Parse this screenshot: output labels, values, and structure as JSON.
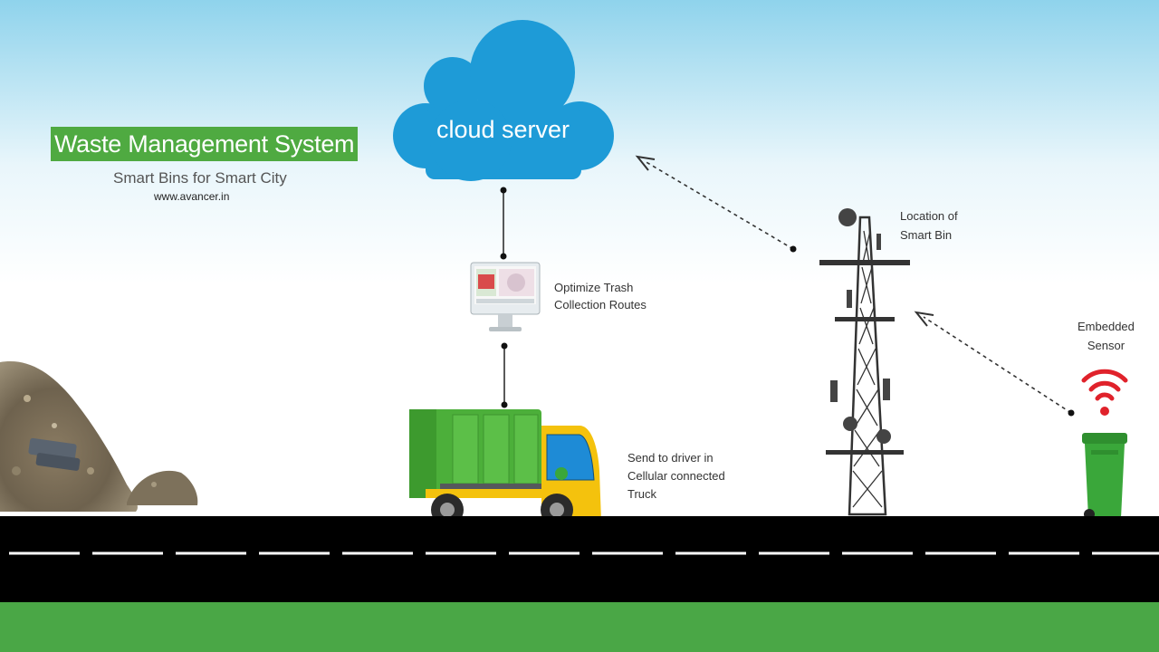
{
  "header": {
    "title": "Waste Management System",
    "subtitle": "Smart Bins for Smart City",
    "website": "www.avancer.in"
  },
  "nodes": {
    "cloud": "cloud server",
    "monitor": "Optimize Trash\nCollection Routes",
    "tower": "Location of\nSmart Bin",
    "sensor": "Embedded\nSensor",
    "truck": "Send to driver in\nCellular connected\nTruck"
  },
  "colors": {
    "sky_top": "#8fd3ec",
    "cloud": "#1e9bd7",
    "title_badge": "#4faa41",
    "road": "#000000",
    "grass": "#4aa746",
    "truck_body": "#4caf3a",
    "truck_cab": "#f4c20d",
    "bin": "#3aa73a",
    "signal": "#e0222b"
  },
  "icons": [
    "cloud-icon",
    "monitor-icon",
    "garbage-truck-icon",
    "cell-tower-icon",
    "wifi-signal-icon",
    "trash-bin-icon",
    "garbage-pile-icon"
  ]
}
